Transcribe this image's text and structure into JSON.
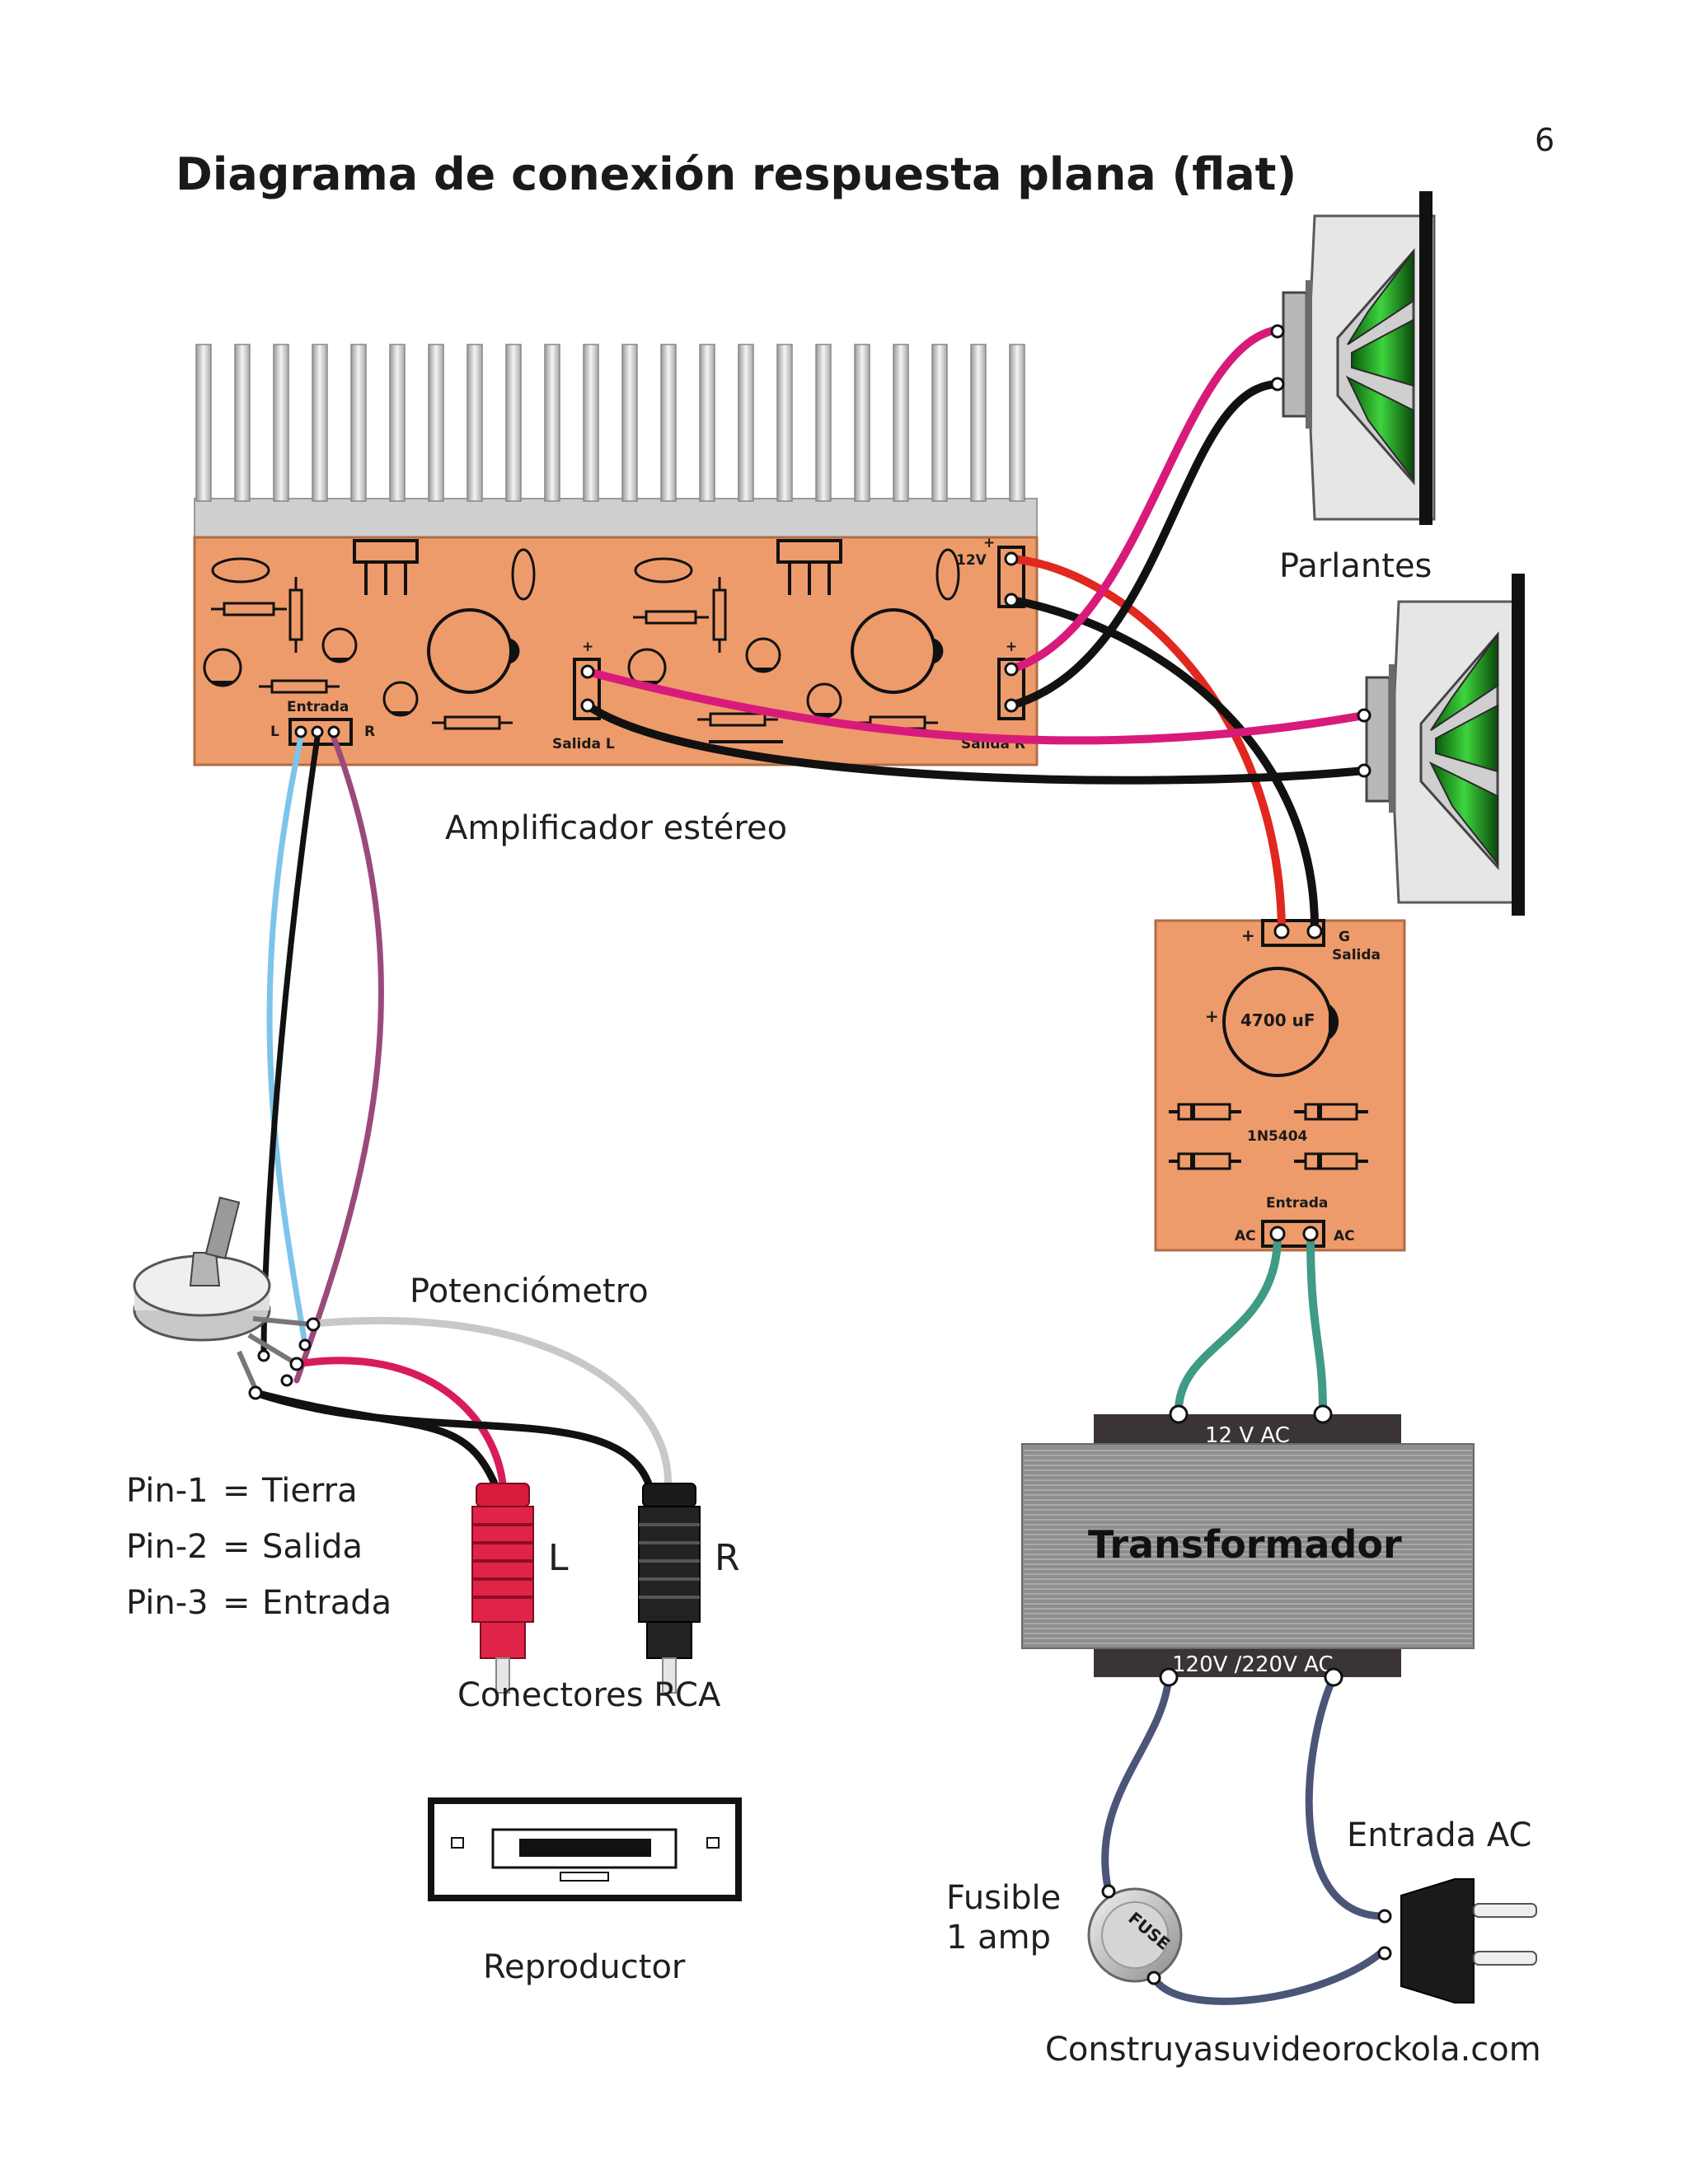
{
  "page_number": "6",
  "title": "Diagrama de conexión respuesta plana (flat)",
  "labels": {
    "speakers": "Parlantes",
    "amplifier": "Amplificador estéreo",
    "potentiometer": "Potenciómetro",
    "rca_connectors": "Conectores RCA",
    "player": "Reproductor",
    "ac_input": "Entrada AC",
    "fuse_line1": "Fusible",
    "fuse_line2": "1 amp",
    "website": "Construyasuvideorockola.com",
    "rca_left": "L",
    "rca_right": "R"
  },
  "pins": [
    {
      "name": "Pin-1",
      "eq": "=",
      "value": "Tierra"
    },
    {
      "name": "Pin-2",
      "eq": "=",
      "value": "Salida"
    },
    {
      "name": "Pin-3",
      "eq": "=",
      "value": "Entrada"
    }
  ],
  "amp_board": {
    "input_label": "Entrada",
    "input_l": "L",
    "input_r": "R",
    "out_left": "Salida L",
    "out_right": "Salida R",
    "power_label": "12V",
    "plus": "+"
  },
  "psu_board": {
    "capacitor": "4700 uF",
    "diode": "1N5404",
    "out_g": "G",
    "out_label": "Salida",
    "plus": "+",
    "input_label": "Entrada",
    "ac_left": "AC",
    "ac_right": "AC"
  },
  "transformer": {
    "title": "Transformador",
    "secondary": "12 V AC",
    "primary": "120V /220V AC"
  },
  "fuse_text": "FUSE",
  "colors": {
    "pcb": "#ee9b6b",
    "heatsink": "#d7d7d7",
    "wire_red": "#e0281e",
    "wire_black": "#111111",
    "wire_pink": "#d81b7a",
    "wire_blue": "#7dc4ea",
    "wire_purple": "#9a4a7a",
    "wire_gray": "#c8c8c8",
    "wire_teal": "#3f9a86",
    "wire_navy": "#4a5578",
    "speaker_cone": "#2fae2f"
  }
}
